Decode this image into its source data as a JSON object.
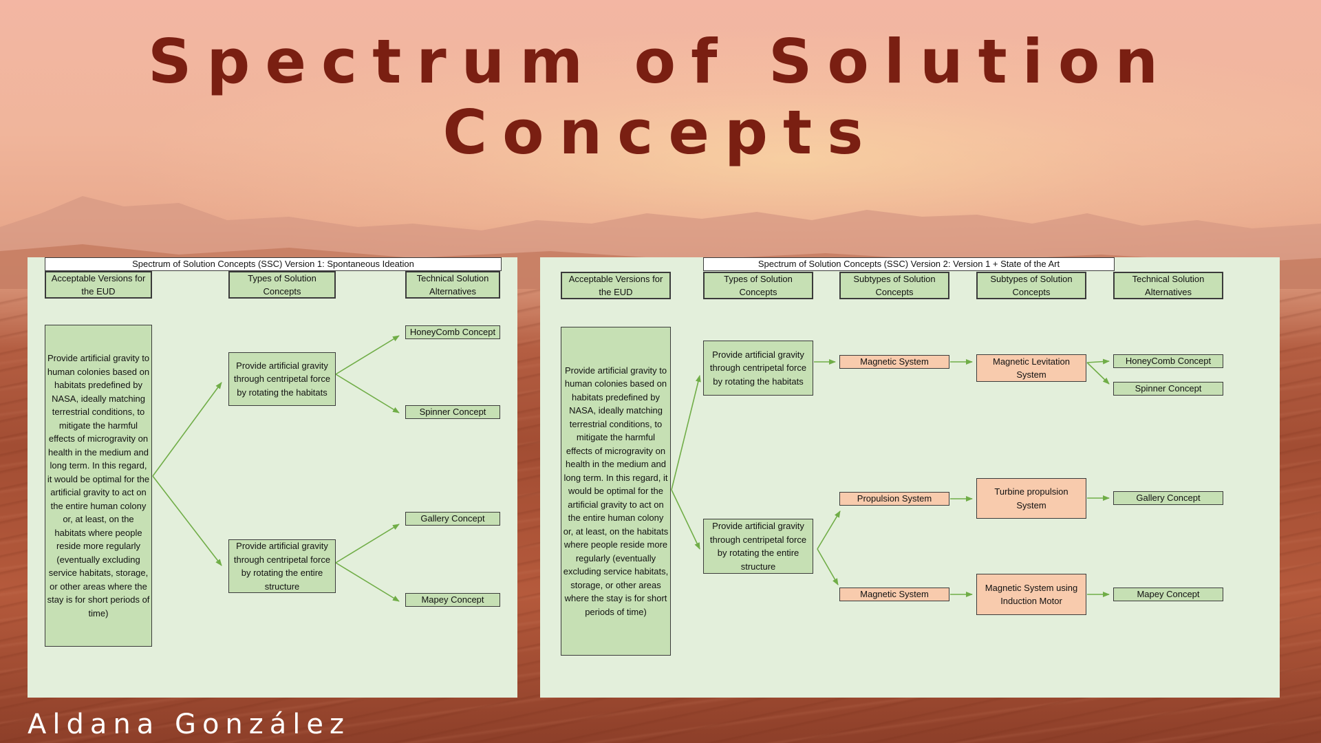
{
  "slide": {
    "title": "Spectrum of Solution Concepts",
    "author": "Aldana González"
  },
  "colors": {
    "title": "#7a1f12",
    "panel_bg": "#e3efdb",
    "green_box": "#c6e0b4",
    "peach_box": "#f8cbad",
    "arrow": "#70ad47"
  },
  "v1": {
    "header": "Spectrum of Solution Concepts (SSC) Version 1: Spontaneous Ideation",
    "col1": "Acceptable Versions for the EUD",
    "col2": "Types of Solution Concepts",
    "col3": "Technical Solution Alternatives",
    "eud": "Provide artificial gravity to human colonies based on habitats predefined by NASA, ideally matching terrestrial conditions, to mitigate the harmful effects of microgravity on health in the medium and long term. In this regard, it would be optimal for the artificial gravity to act on the entire human colony or, at least, on the habitats where people reside more regularly (eventually excluding service habitats, storage, or other areas where the stay is for short periods of time)",
    "type1": "Provide artificial gravity through centripetal force by rotating the habitats",
    "type2": "Provide artificial gravity through centripetal force by rotating the entire structure",
    "alt1": "HoneyComb Concept",
    "alt2": "Spinner Concept",
    "alt3": "Gallery Concept",
    "alt4": "Mapey Concept"
  },
  "v2": {
    "header": "Spectrum of Solution Concepts (SSC) Version 2:  Version 1 + State of the Art",
    "col1": "Acceptable Versions for the EUD",
    "col2": "Types of Solution Concepts",
    "col3": "Subtypes of Solution Concepts",
    "col4": "Subtypes of Solution Concepts",
    "col5": "Technical Solution Alternatives",
    "eud": "Provide artificial gravity to human colonies based on habitats predefined by NASA, ideally matching terrestrial conditions, to mitigate the harmful effects of microgravity on health in the medium and long term. In this regard, it would be optimal for the artificial gravity to act on the entire human colony or, at least, on the habitats where people reside more regularly (eventually excluding service habitats, storage, or other areas where the stay is for short periods of time)",
    "type1": "Provide artificial gravity through centripetal force by rotating the habitats",
    "type2": "Provide artificial gravity through centripetal force by rotating the entire structure",
    "sub1": "Magnetic System",
    "sub2": "Propulsion System",
    "sub3": "Magnetic System",
    "sub4": "Magnetic Levitation System",
    "sub5": "Turbine propulsion System",
    "sub6": "Magnetic System using Induction Motor",
    "alt1": "HoneyComb Concept",
    "alt2": "Spinner Concept",
    "alt3": "Gallery Concept",
    "alt4": "Mapey Concept"
  }
}
